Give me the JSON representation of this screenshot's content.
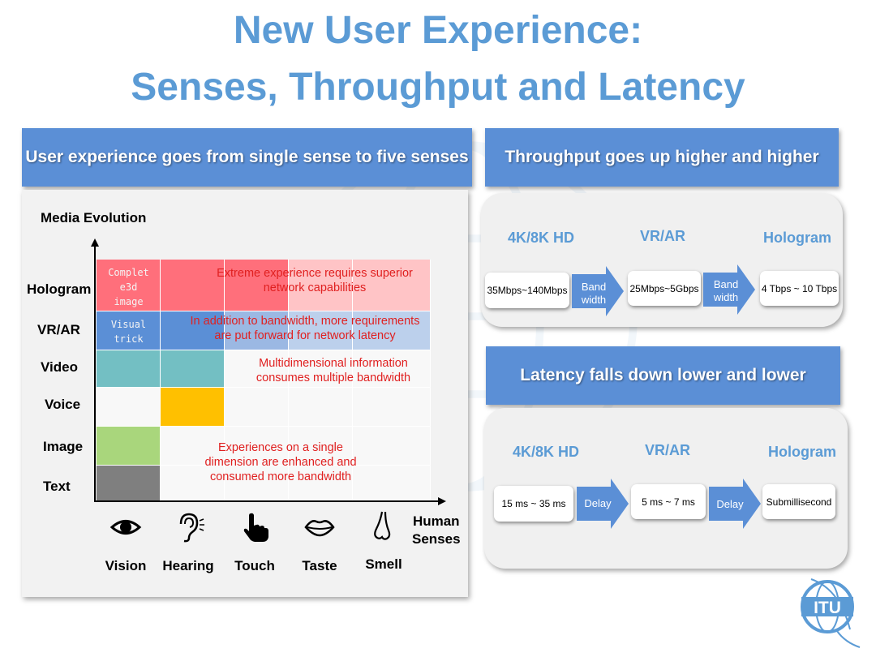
{
  "title": {
    "line1": "New User Experience:",
    "line2": "Senses, Throughput and Latency"
  },
  "left": {
    "banner": "User experience goes from single sense to five senses",
    "media_title": "Media Evolution",
    "levels": [
      "Hologram",
      "VR/AR",
      "Video",
      "Voice",
      "Image",
      "Text"
    ],
    "cells": {
      "hologram_vision": [
        "Complet",
        "e3d",
        "image"
      ],
      "vrar_vision": [
        "Visual",
        "trick"
      ]
    },
    "notes": {
      "hologram": [
        "Extreme experience requires superior",
        "network capabilities"
      ],
      "vrar": [
        "In addition to bandwidth, more requirements",
        "are put forward for network latency"
      ],
      "video": [
        "Multidimensional information",
        "consumes multiple bandwidth"
      ],
      "image": [
        "Experiences on a single",
        "dimension are enhanced and",
        "consumed more bandwidth"
      ]
    },
    "senses": [
      "Vision",
      "Hearing",
      "Touch",
      "Taste",
      "Smell"
    ],
    "x_title": [
      "Human",
      "Senses"
    ],
    "sense_icons": [
      "eye-icon",
      "ear-icon",
      "touch-hand-icon",
      "lips-icon",
      "nose-icon"
    ],
    "colors": {
      "hologram": "#ff6f7b",
      "hologram_light": "#ffc4c6",
      "vrar": "#5b8fd6",
      "vrar_light": "#bcd0ec",
      "video": "#73bfc3",
      "voice": "#ffc000",
      "image": "#a9d67c",
      "text": "#7f7f7f"
    }
  },
  "throughput": {
    "banner": "Throughput goes up higher and higher",
    "columns": [
      "4K/8K HD",
      "VR/AR",
      "Hologram"
    ],
    "values": [
      "35Mbps~140Mbps",
      "25Mbps~5Gbps",
      "4 Tbps ~ 10 Tbps"
    ],
    "arrow_labels": [
      [
        "Band",
        "width"
      ],
      [
        "Band",
        "width"
      ]
    ]
  },
  "latency": {
    "banner": "Latency falls down lower and lower",
    "columns": [
      "4K/8K HD",
      "VR/AR",
      "Hologram"
    ],
    "values": [
      "15 ms ~ 35 ms",
      "5 ms ~ 7 ms",
      "Submillisecond"
    ],
    "arrow_labels": [
      [
        "Delay"
      ],
      [
        "Delay"
      ]
    ]
  },
  "logo": {
    "text": "ITU",
    "icon": "itu-logo-icon"
  }
}
